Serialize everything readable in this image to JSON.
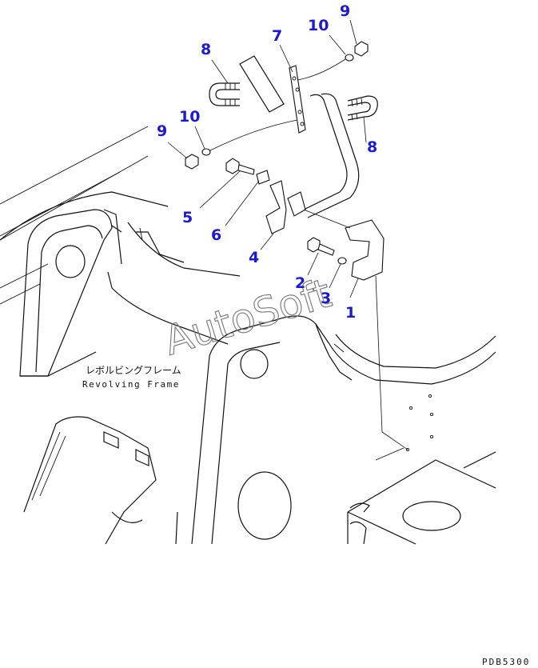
{
  "diagram": {
    "frame_label_jp": "レボルビングフレーム",
    "frame_label_en": "Revolving Frame",
    "watermark": "AutoSoft",
    "drawing_code": "PDB5300",
    "callouts": {
      "c1": "1",
      "c2": "2",
      "c3": "3",
      "c4": "4",
      "c5": "5",
      "c6": "6",
      "c7": "7",
      "c8a": "8",
      "c8b": "8",
      "c9a": "9",
      "c9b": "9",
      "c10a": "10",
      "c10b": "10"
    },
    "callout_color": "#1a1ad6"
  }
}
